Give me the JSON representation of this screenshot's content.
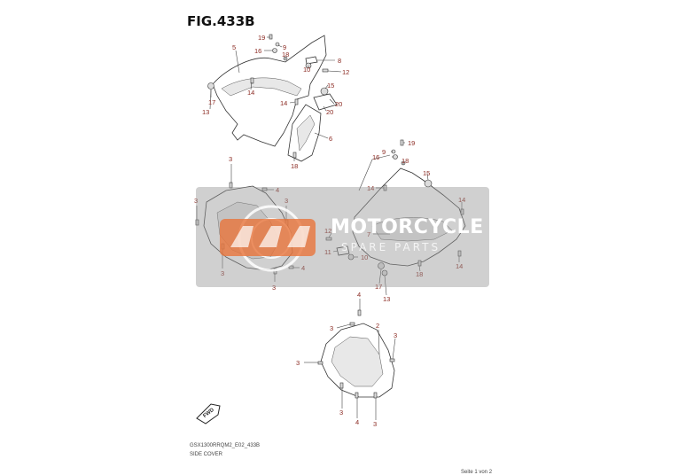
{
  "figure": {
    "title": "FIG.433B"
  },
  "footer": {
    "code": "GSX1300RRQM2_E02_433B",
    "description": "SIDE COVER"
  },
  "page_indicator": "Seite 1 von 2",
  "watermark": {
    "brand": "MOTORCYCLE",
    "subtitle": "SPARE PARTS",
    "color": "#e8743b"
  },
  "front_arrow_label": "FWD",
  "callouts": {
    "c1": "19",
    "c2": "9",
    "c3": "16",
    "c4": "18",
    "c5": "5",
    "c6": "8",
    "c7": "10",
    "c8": "12",
    "c9": "15",
    "c10": "17",
    "c11": "13",
    "c12": "14",
    "c13": "14",
    "c14": "20",
    "c15": "20",
    "c16": "6",
    "c17": "18",
    "c18": "19",
    "c19": "9",
    "c20": "16",
    "c21": "18",
    "c22": "15",
    "c23": "14",
    "c24": "7",
    "c25": "14",
    "c26": "12",
    "c27": "11",
    "c28": "10",
    "c29": "14",
    "c30": "17",
    "c31": "18",
    "c32": "13",
    "c33": "3",
    "c34": "4",
    "c35": "3",
    "c36": "3",
    "c37": "3",
    "c38": "3",
    "c39": "4",
    "c40": "4",
    "c41": "2",
    "c42": "3",
    "c43": "3",
    "c44": "3",
    "c45": "3",
    "c46": "4",
    "c47": "3"
  }
}
